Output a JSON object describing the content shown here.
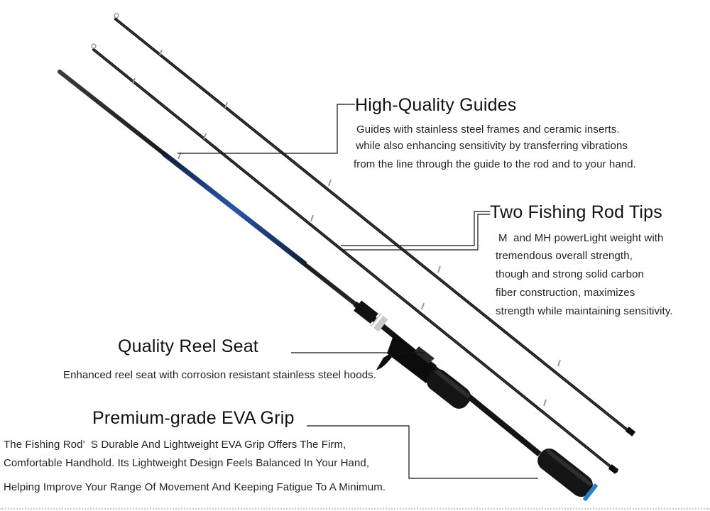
{
  "guides": {
    "title": "High-Quality Guides",
    "lines": [
      "Guides with stainless steel frames and ceramic inserts.",
      " while also enhancing sensitivity by transferring vibrations",
      "from the line through the guide to the rod and to your hand."
    ]
  },
  "tips": {
    "title": "Two Fishing Rod Tips",
    "lines": [
      "M  and MH powerLight weight with",
      "tremendous overall strength,",
      "though and strong solid carbon",
      "fiber construction, maximizes",
      "strength while maintaining sensitivity."
    ]
  },
  "reel_seat": {
    "title": "Quality Reel Seat",
    "lines": [
      "Enhanced reel seat with corrosion resistant stainless steel hoods."
    ]
  },
  "grip": {
    "title": "Premium-grade EVA Grip",
    "lines": [
      "The Fishing Rod’  S Durable And Lightweight EVA Grip Offers The Firm,",
      "Comfortable Handhold. Its Lightweight Design Feels Balanced In Your Hand,",
      "Helping Improve Your Range Of Movement And Keeping Fatigue To A Minimum."
    ]
  },
  "colors": {
    "rod": "#141414",
    "rod_blue": "#1d3f8a",
    "guide_metal": "#9a9a9a",
    "callout_line": "#111111",
    "grip_accent": "#2b7fc4"
  }
}
